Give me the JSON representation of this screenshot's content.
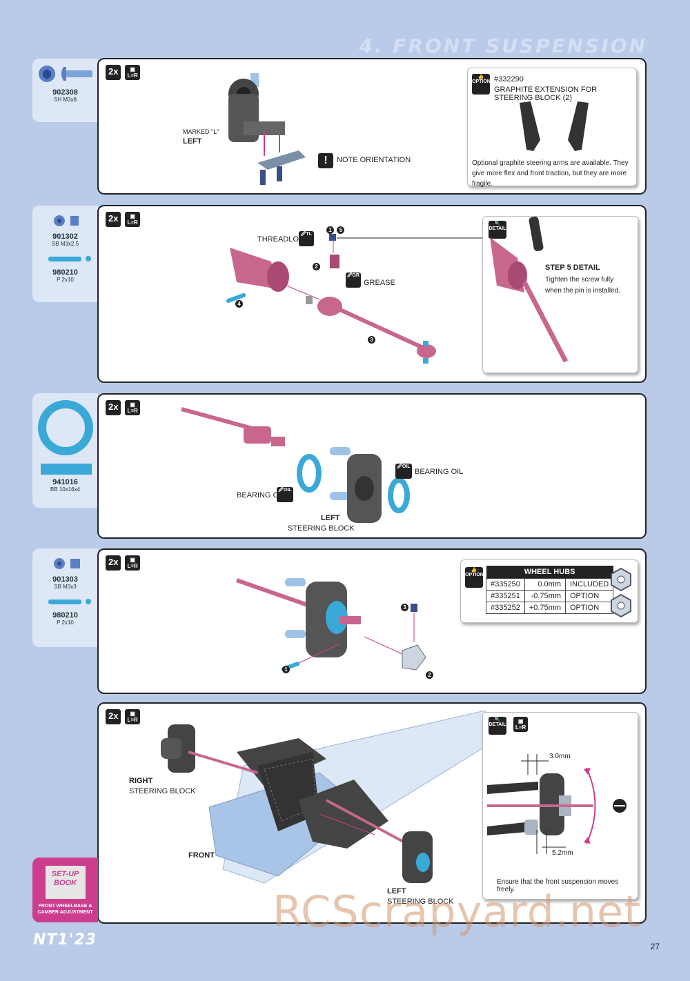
{
  "header": {
    "title": "4. FRONT SUSPENSION"
  },
  "common": {
    "qty": "2x",
    "lr": "L=R",
    "option": "OPTION",
    "detail": "DETAIL"
  },
  "step1": {
    "parts": [
      {
        "code": "902308",
        "spec": "SH M3x8"
      }
    ],
    "marked_l": "MARKED \"L\"",
    "left": "LEFT",
    "note": "NOTE ORIENTATION",
    "option_part": "#332290",
    "option_title": "GRAPHITE EXTENSION FOR STEERING BLOCK (2)",
    "option_text": "Optional graphite steering arms are available.  They give more flex and front traction, but they are more fragile."
  },
  "step2": {
    "parts": [
      {
        "code": "901302",
        "spec": "SB M3x2.5"
      },
      {
        "code": "980210",
        "spec": "P 2x10"
      }
    ],
    "threadlock": "THREADLOCK",
    "tl": "TL",
    "grease": "GREASE",
    "gr": "GR",
    "nums": [
      "1",
      "5",
      "2",
      "3",
      "4"
    ],
    "detail_title": "STEP 5 DETAIL",
    "detail_text": "Tighten the screw fully when the pin is installed."
  },
  "step3": {
    "parts": [
      {
        "code": "941016",
        "spec": "BB 10x16x4"
      }
    ],
    "bearing_oil": "BEARING OIL",
    "oil": "OIL",
    "left": "LEFT",
    "steering_block": "STEERING BLOCK"
  },
  "step4": {
    "parts": [
      {
        "code": "901303",
        "spec": "SB M3x3"
      },
      {
        "code": "980210",
        "spec": "P 2x10"
      }
    ],
    "nums": [
      "1",
      "2",
      "3"
    ],
    "table": {
      "header": "WHEEL HUBS",
      "rows": [
        {
          "part": "#335250",
          "size": "0.0mm",
          "status": "INCLUDED"
        },
        {
          "part": "#335251",
          "size": "-0.75mm",
          "status": "OPTION"
        },
        {
          "part": "#335252",
          "size": "+0.75mm",
          "status": "OPTION"
        }
      ]
    }
  },
  "step5": {
    "right": "RIGHT",
    "right_block": "STEERING BLOCK",
    "front": "FRONT",
    "left": "LEFT",
    "left_block": "STEERING BLOCK",
    "dim1": "3.0mm",
    "dim2": "5.2mm",
    "detail_text": "Ensure that the front suspension moves freely."
  },
  "setup": {
    "line1": "SET-UP",
    "line2": "BOOK",
    "caption": "FRONT WHEELBASE & CAMBER ADJUSTMENT"
  },
  "footer": {
    "logo": "NT1'23",
    "page": "27",
    "watermark": "RCScrapyard.net"
  },
  "colors": {
    "background": "#b9cbe9",
    "pink": "#c8668e",
    "blue": "#3aa9d8",
    "magenta": "#cc3d8e"
  }
}
